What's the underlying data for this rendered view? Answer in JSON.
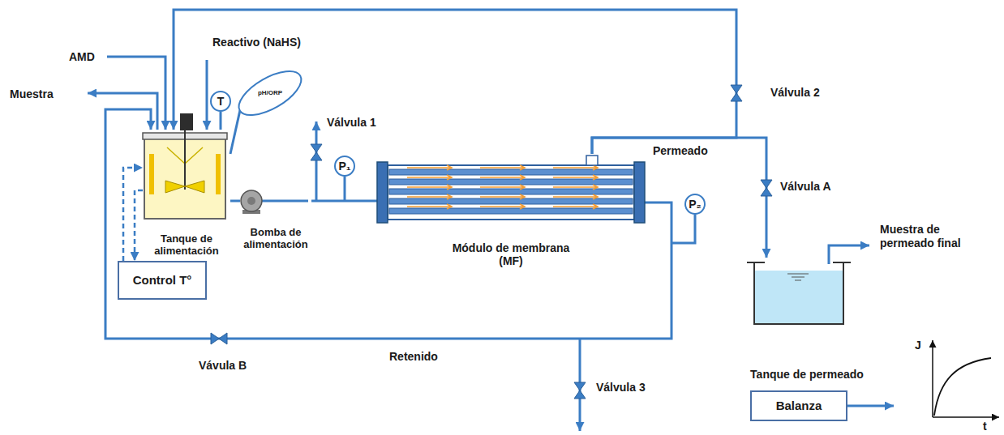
{
  "diagram": {
    "nodes": [
      {
        "text": [
          "Tanque de alimentación"
        ]
      },
      {
        "text": [
          "T"
        ]
      },
      {
        "text": [
          "pH/ORP"
        ]
      },
      {
        "text": [
          "Bomba de alimentación"
        ]
      },
      {
        "text": [
          "P₁"
        ]
      },
      {
        "text": [
          "Módulo de membrana (MF)"
        ]
      },
      {
        "text": [
          "P₂"
        ]
      },
      {
        "text": [
          "Control T°"
        ]
      },
      {
        "text": [
          "Tanque de permeado"
        ]
      },
      {
        "text": [
          "Balanza"
        ]
      }
    ],
    "edges": [
      {
        "from": 0,
        "to": 3,
        "arrow": "none"
      },
      {
        "from": 3,
        "to": 5,
        "arrow": "none"
      },
      {
        "from": 5,
        "to": 8,
        "arrow": "to"
      },
      {
        "from": 5,
        "to": 0,
        "arrow": "to"
      },
      {
        "from": 5,
        "to": 0,
        "arrow": "to"
      },
      {
        "from": 7,
        "to": 0,
        "arrow": "to"
      },
      {
        "from": 0,
        "to": 7,
        "arrow": "to"
      },
      {
        "from": 1,
        "to": 0,
        "arrow": "none"
      },
      {
        "from": 2,
        "to": 0,
        "arrow": "none"
      }
    ],
    "labels": [
      "AMD",
      "Reactivo (NaHS)",
      "Muestra",
      "Válvula 1",
      "Válvula 2",
      "Permeado",
      "Válvula A",
      "Muestra de permeado final",
      "Vávula B",
      "Retenido",
      "Válvula 3",
      "J",
      "t"
    ]
  }
}
